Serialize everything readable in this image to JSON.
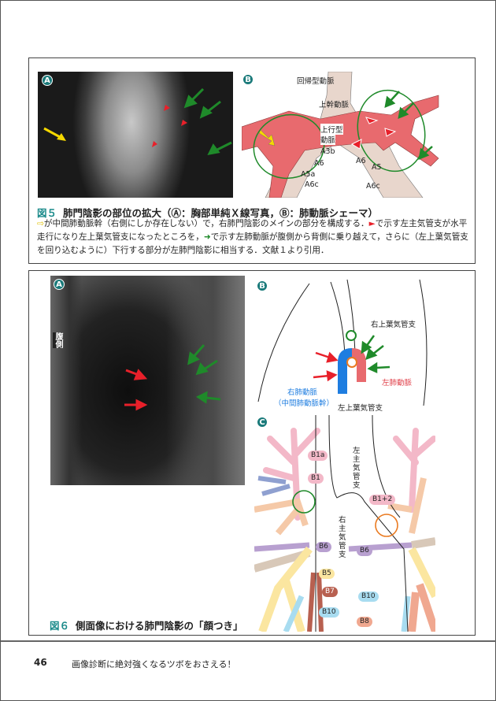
{
  "figure5": {
    "number": "図５",
    "title": "肺門陰影の部位の拡大（Ⓐ：胸部単純Ｘ線写真，Ⓑ：肺動脈シェーマ）",
    "caption": "が中間肺動脈幹（右側にしか存在しない）で，右肺門陰影のメインの部分を構成する．　で示す左主気管支が水平走行になり左上葉気管支になったところを，　で示す左肺動脈が腹側から背側に乗り越えて，さらに（左上葉気管支を回り込むように）下行する部分が左肺門陰影に相当する．文献１より引用．",
    "caption_parts": [
      "が中間肺動脈幹（右側にしか存在しない）で，右肺門陰影のメインの部分を構成する．",
      "で示す左主気管支が水平走行になり左上葉気管支になったところを，",
      "で示す左肺動脈が腹側から背側に乗り越えて，さらに（左上葉気管支を回り込むように）下行する部分が左肺門陰影に相当する．文献１より引用．"
    ],
    "panel_a_badge": "A",
    "panel_b_badge": "B",
    "diagram_labels": {
      "recurrent": "回帰型動脈",
      "truncus": "上幹動脈",
      "ascending": "上行型\n動脈",
      "ascending_1": "上行型",
      "ascending_2": "動脈",
      "a3b": "A3b",
      "a6_right": "A6",
      "a5a": "A5a",
      "a6c_right": "A6c",
      "a6_left": "A6",
      "a5_left": "A5",
      "a6c_left": "A6c"
    }
  },
  "figure6": {
    "number": "図６",
    "title": "側面像における肺門陰影の「顔つき」",
    "panel_a_badge": "A",
    "panel_b_badge": "B",
    "panel_c_badge": "C",
    "xray_side_label": "腹側",
    "b_labels": {
      "right_upper_bronchus": "右上葉気管支",
      "left_pa": "左肺動脈",
      "right_pa": "右肺動脈",
      "right_pa_sub": "（中間肺動脈幹）",
      "left_upper_bronchus": "左上葉気管支"
    },
    "c_labels": {
      "left_main": "左主気管支",
      "right_main": "右主気管支",
      "b1a": "B1a",
      "b1": "B1",
      "b1_2": "B1+2",
      "b6_r": "B6",
      "b6_l": "B6",
      "b5": "B5",
      "b7": "B7",
      "b10_r": "B10",
      "b10_l": "B10",
      "b8": "B8"
    }
  },
  "footer": {
    "page_number": "46",
    "running_title": "画像診断に絶対強くなるツボをおさえる！"
  },
  "colors": {
    "teal": "#1a8a8a",
    "red": "#e8202a",
    "green": "#1f8a2a",
    "yellow": "#f5d800",
    "artery": "#e86a6e",
    "blue": "#1e7de0"
  }
}
